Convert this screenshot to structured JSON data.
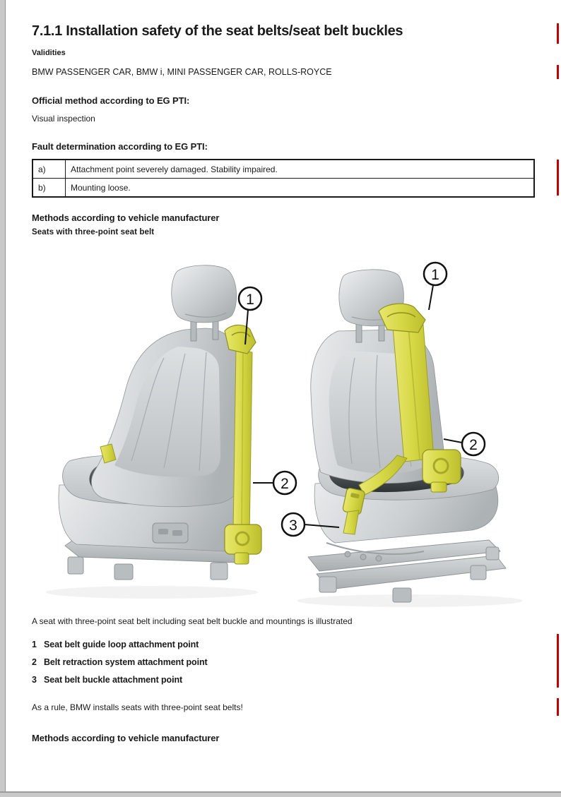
{
  "page": {
    "title": "7.1.1 Installation safety of the seat belts/seat belt buckles",
    "validities_label": "Validities",
    "validities_value": "BMW PASSENGER CAR, BMW i, MINI PASSENGER CAR, ROLLS-ROYCE",
    "official_method_heading": "Official method according to EG PTI:",
    "official_method_value": "Visual inspection",
    "fault_heading": "Fault determination according to EG PTI:",
    "fault_table": {
      "rows": [
        {
          "key": "a)",
          "text": "Attachment point severely damaged. Stability impaired."
        },
        {
          "key": "b)",
          "text": "Mounting loose."
        }
      ]
    },
    "methods_heading": "Methods according to vehicle manufacturer",
    "seats_subheading": "Seats with three-point seat belt",
    "figure": {
      "caption": "A seat with three-point seat belt including seat belt buckle and mountings is illustrated",
      "callouts": [
        {
          "num": "1",
          "seat": "left"
        },
        {
          "num": "2",
          "seat": "left"
        },
        {
          "num": "1",
          "seat": "right"
        },
        {
          "num": "2",
          "seat": "right"
        },
        {
          "num": "3",
          "seat": "right"
        }
      ]
    },
    "legend": [
      {
        "num": "1",
        "text": "Seat belt guide loop attachment point"
      },
      {
        "num": "2",
        "text": "Belt retraction system attachment point"
      },
      {
        "num": "3",
        "text": "Seat belt buckle attachment point"
      }
    ],
    "note": "As a rule, BMW installs seats with three-point seat belts!",
    "methods_heading_2": "Methods according to vehicle manufacturer",
    "colors": {
      "belt_yellow": "#d7d84a",
      "revision_red": "#c00000",
      "seat_gray": "#c3c7c9",
      "insert_dark": "#3a3f42"
    },
    "revision_bars": {
      "count": 5,
      "color": "#c00000"
    }
  }
}
